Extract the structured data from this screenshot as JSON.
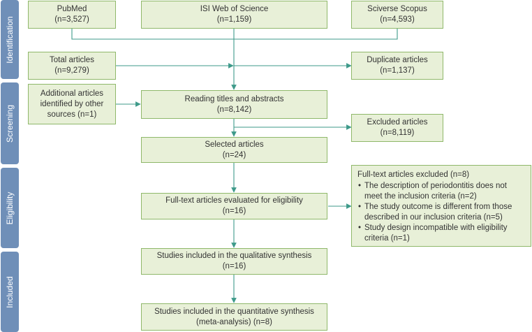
{
  "phases": {
    "identification": "Identification",
    "screening": "Screening",
    "eligibility": "Eligibility",
    "included": "Included"
  },
  "boxes": {
    "pubmed": {
      "line1": "PubMed",
      "line2": "(n=3,527)"
    },
    "isi": {
      "line1": "ISI Web of Science",
      "line2": "(n=1,159)"
    },
    "scopus": {
      "line1": "Sciverse Scopus",
      "line2": "(n=4,593)"
    },
    "total": {
      "line1": "Total articles",
      "line2": "(n=9,279)"
    },
    "duplicate": {
      "line1": "Duplicate articles",
      "line2": "(n=1,137)"
    },
    "additional": {
      "line1": "Additional articles",
      "line2": "identified by other",
      "line3": "sources (n=1)"
    },
    "reading": {
      "line1": "Reading titles and abstracts",
      "line2": "(n=8,142)"
    },
    "excluded": {
      "line1": "Excluded articles",
      "line2": "(n=8,119)"
    },
    "selected": {
      "line1": "Selected articles",
      "line2": "(n=24)"
    },
    "fulltext": {
      "line1": "Full-text articles evaluated for eligibility",
      "line2": "(n=16)"
    },
    "fulltext_excluded": {
      "title": "Full-text articles excluded (n=8)",
      "items": [
        {
          "l1": "The description of periodontitis does not",
          "l2": "meet the inclusion criteria (n=2)"
        },
        {
          "l1": "The study outcome is different from those",
          "l2": "described in our inclusion criteria (n=5)"
        },
        {
          "l1": "Study design incompatible with eligibility",
          "l2": "criteria (n=1)"
        }
      ]
    },
    "qualitative": {
      "line1": "Studies included in the qualitative synthesis",
      "line2": "(n=16)"
    },
    "quantitative": {
      "line1": "Studies included in the quantitative synthesis",
      "line2": "(meta-analysis) (n=8)"
    }
  },
  "colors": {
    "phase": "#6f8fb8",
    "box_fill": "#e8f0d8",
    "box_border": "#8fb86a",
    "arrow": "#3e9a8a"
  }
}
